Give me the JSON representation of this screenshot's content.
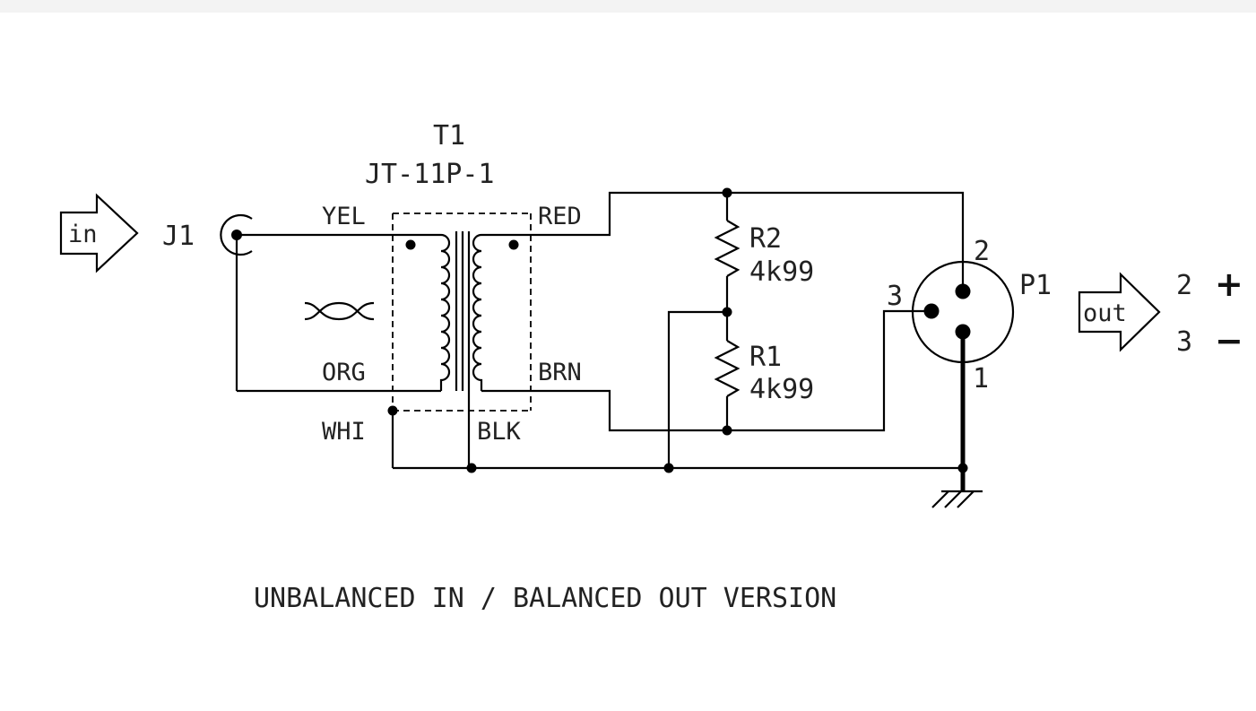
{
  "title": "UNBALANCED IN / BALANCED OUT VERSION",
  "transformer": {
    "ref": "T1",
    "part": "JT-11P-1"
  },
  "wire_colors": {
    "yel": "YEL",
    "org": "ORG",
    "whi": "WHI",
    "red": "RED",
    "brn": "BRN",
    "blk": "BLK"
  },
  "input": {
    "arrow_label": "in",
    "jack": "J1"
  },
  "resistors": [
    {
      "ref": "R2",
      "value": "4k99"
    },
    {
      "ref": "R1",
      "value": "4k99"
    }
  ],
  "output": {
    "plug": "P1",
    "pins": {
      "pin1": "1",
      "pin2": "2",
      "pin3": "3"
    },
    "arrow_label": "out",
    "legend": [
      {
        "pin": "2",
        "sign": "+"
      },
      {
        "pin": "3",
        "sign": "−"
      }
    ]
  }
}
